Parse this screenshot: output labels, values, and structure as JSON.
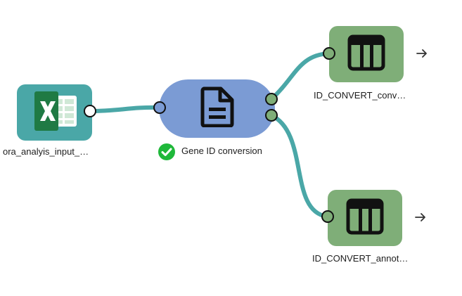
{
  "colors": {
    "edge": "#4aa7a7",
    "excel_node": "#4aa7a7",
    "process_node": "#7b9bd4",
    "table_node": "#7fae78",
    "port_output": "#7fae78",
    "status_ok": "#1fb83a"
  },
  "nodes": {
    "input": {
      "label": "ora_analyis_input_…",
      "icon": "excel-file-icon"
    },
    "process": {
      "label": "Gene ID conversion",
      "icon": "document-icon",
      "status": "completed",
      "status_icon": "check-circle-icon"
    },
    "output_1": {
      "label": "ID_CONVERT_conv…",
      "icon": "table-icon"
    },
    "output_2": {
      "label": "ID_CONVERT_annot…",
      "icon": "table-icon"
    }
  },
  "actions": {
    "expand_icon": "arrow-right-icon"
  }
}
